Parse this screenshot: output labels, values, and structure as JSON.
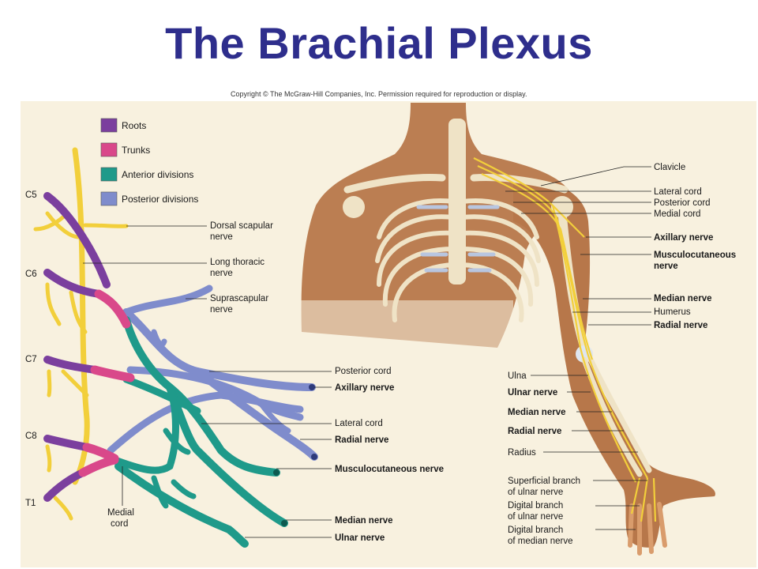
{
  "title": "The Brachial Plexus",
  "copyright": "Copyright © The McGraw-Hill Companies, Inc. Permission required for reproduction or display.",
  "colors": {
    "roots": "#7b3f9e",
    "trunks": "#d9488a",
    "anterior": "#1f9a8a",
    "posterior": "#7f8ccc",
    "nerve_yellow": "#f2cf3b",
    "skin": "#b7774a",
    "bone": "#efe3c6",
    "title": "#2e2e8c"
  },
  "legend": [
    {
      "label": "Roots",
      "color": "#7b3f9e"
    },
    {
      "label": "Trunks",
      "color": "#d9488a"
    },
    {
      "label": "Anterior divisions",
      "color": "#1f9a8a"
    },
    {
      "label": "Posterior divisions",
      "color": "#7f8ccc"
    }
  ],
  "roots": [
    "C5",
    "C6",
    "C7",
    "C8",
    "T1"
  ],
  "left_labels": {
    "dorsal_scapular": [
      "Dorsal scapular",
      "nerve"
    ],
    "long_thoracic": [
      "Long thoracic",
      "nerve"
    ],
    "suprascapular": [
      "Suprascapular",
      "nerve"
    ],
    "posterior_cord": "Posterior cord",
    "axillary": "Axillary nerve",
    "lateral_cord": "Lateral cord",
    "radial": "Radial nerve",
    "musculocutaneous": "Musculocutaneous nerve",
    "median": "Median nerve",
    "ulnar": "Ulnar nerve",
    "medial_cord": [
      "Medial",
      "cord"
    ]
  },
  "right_labels": {
    "clavicle": "Clavicle",
    "lateral_cord": "Lateral cord",
    "posterior_cord": "Posterior cord",
    "medial_cord": "Medial cord",
    "axillary": "Axillary nerve",
    "musculocutaneous": [
      "Musculocutaneous",
      "nerve"
    ],
    "median": "Median nerve",
    "humerus": "Humerus",
    "radial": "Radial nerve",
    "ulna": "Ulna",
    "ulnar": "Ulnar nerve",
    "median2": "Median nerve",
    "radial2": "Radial nerve",
    "radius": "Radius",
    "sup_branch_ulnar": [
      "Superficial branch",
      "of ulnar nerve"
    ],
    "dig_branch_ulnar": [
      "Digital branch",
      "of ulnar nerve"
    ],
    "dig_branch_median": [
      "Digital branch",
      "of median nerve"
    ]
  }
}
